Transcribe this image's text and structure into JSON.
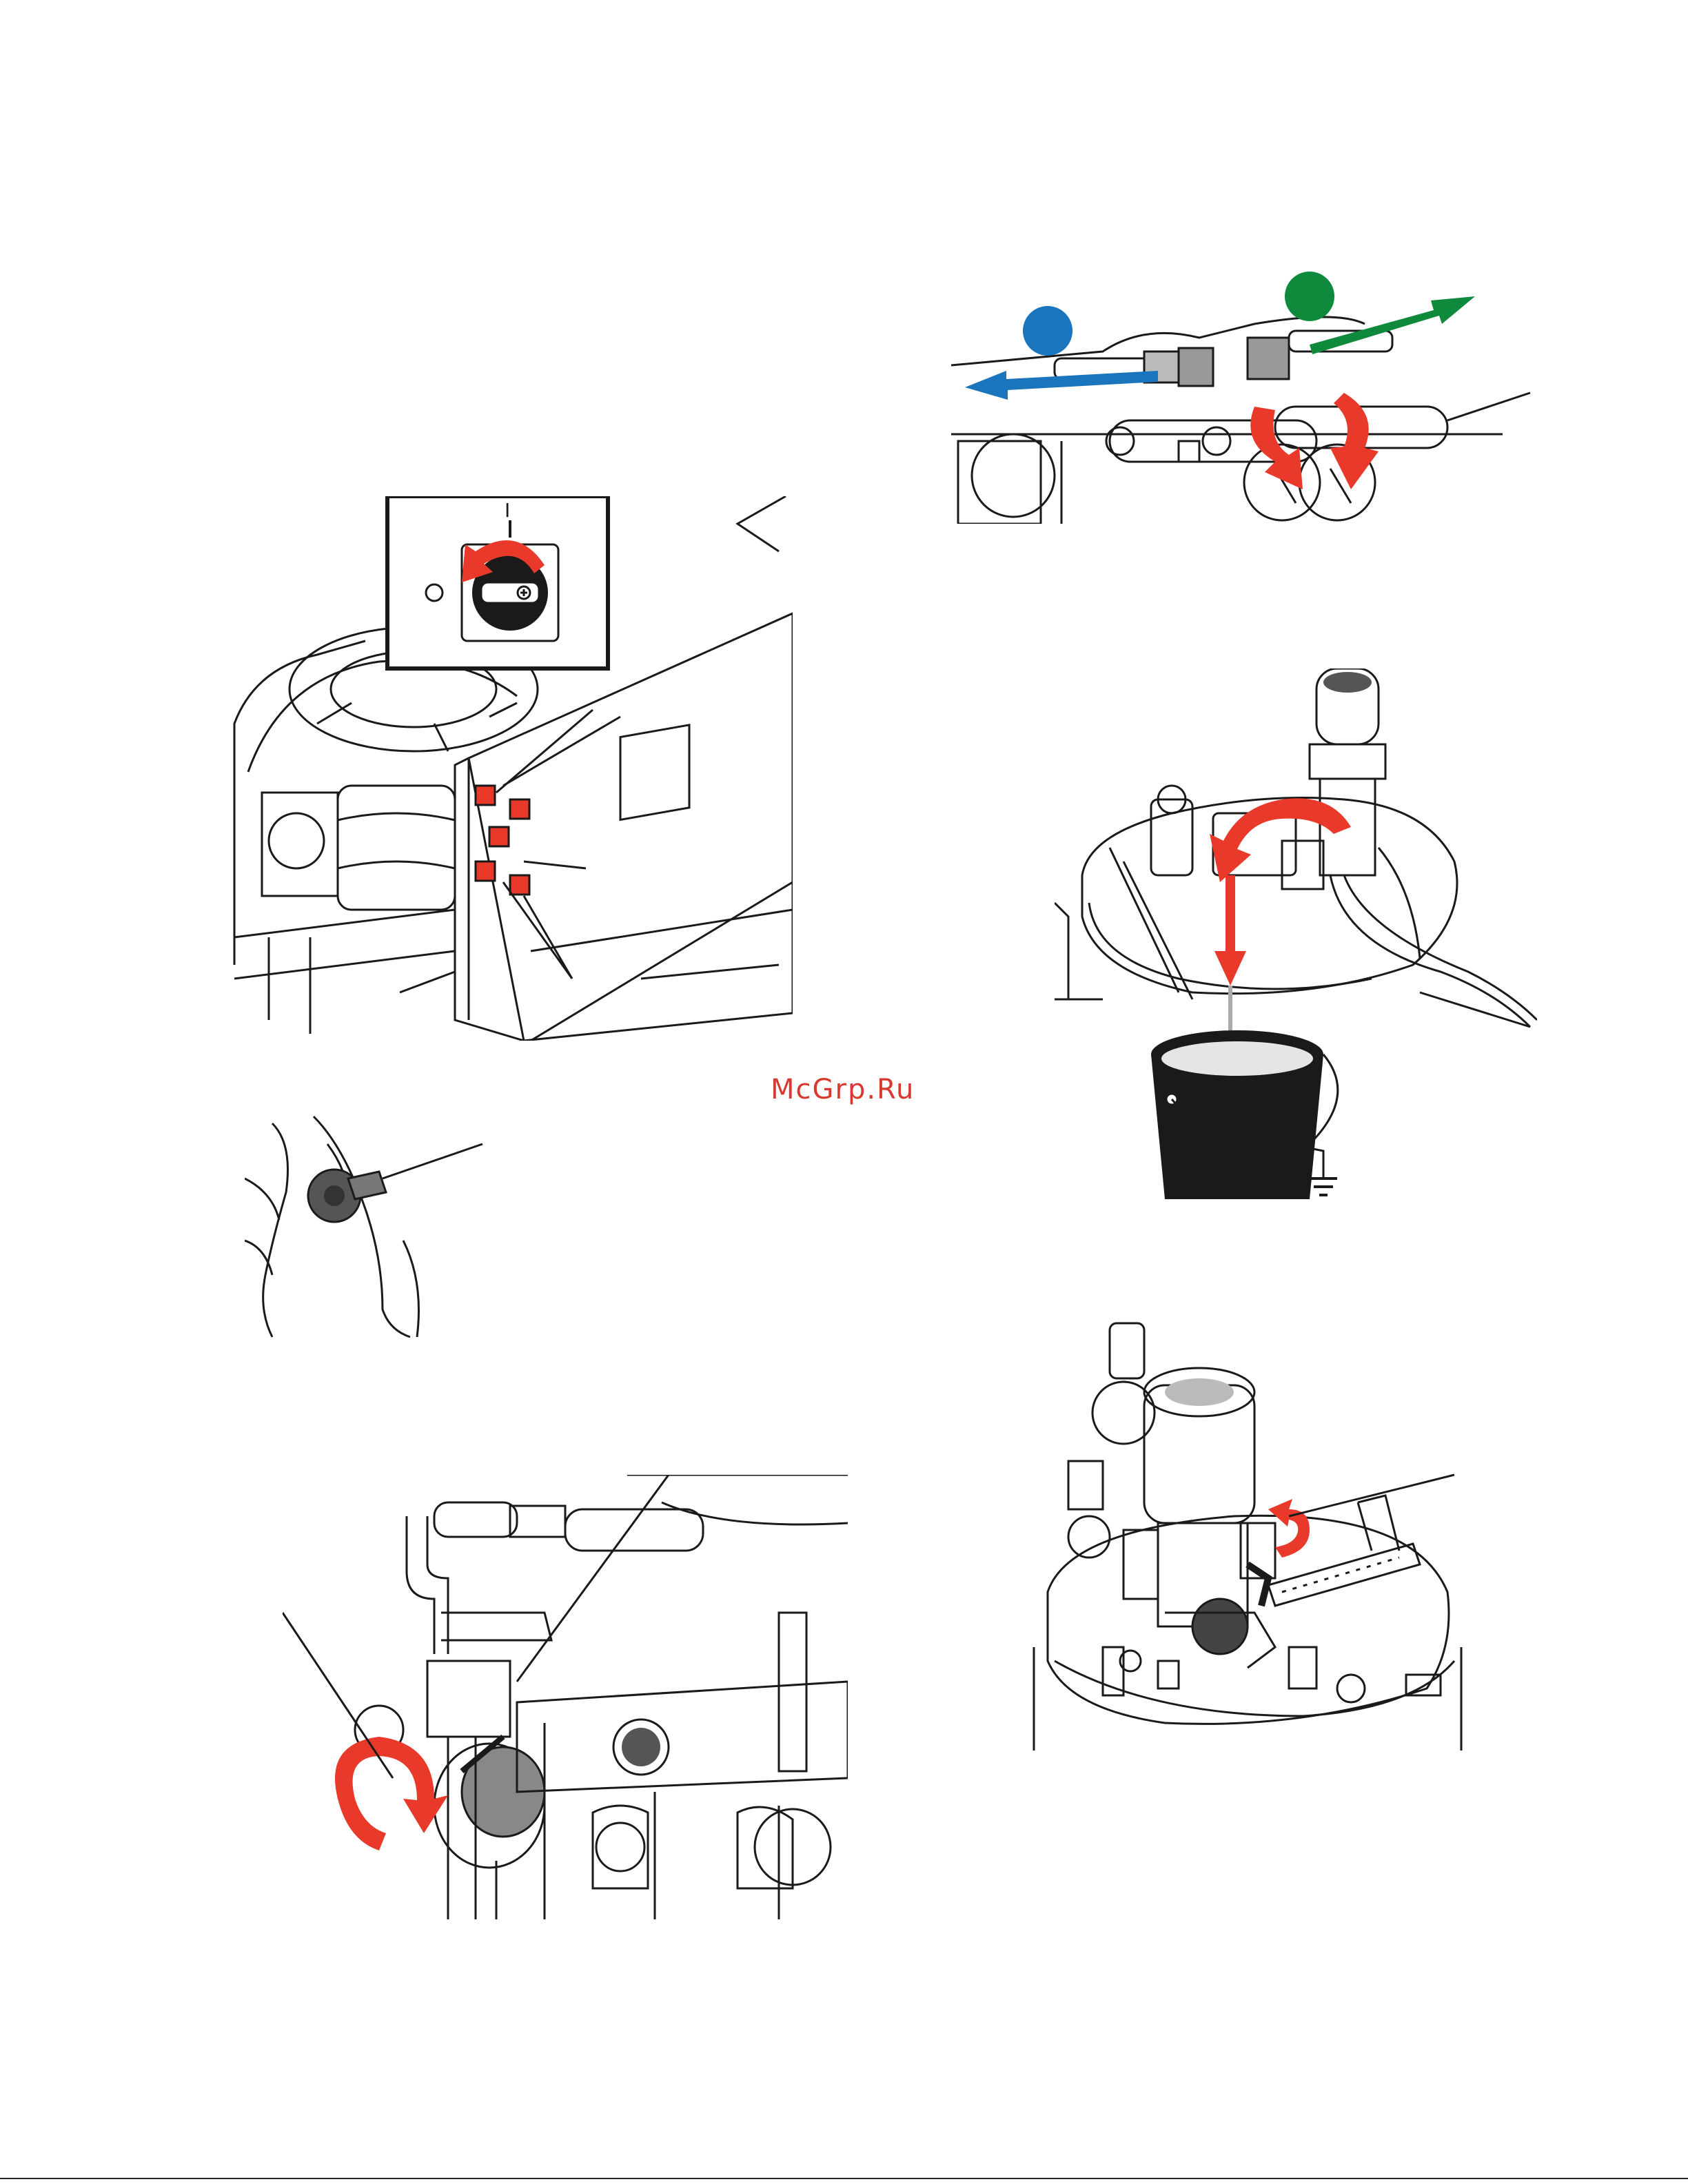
{
  "watermark": "McGrp.Ru",
  "switch_inset": {
    "on_label": "I",
    "off_label": "O"
  },
  "colors": {
    "red": "#e8392b",
    "blue": "#1a75bc",
    "green": "#0f8a3c",
    "ink": "#1a1a1a"
  },
  "icons": [
    "rotate-ccw-arrow",
    "rotate-arrow",
    "flow-arrow-blue",
    "flow-arrow-green",
    "down-arrow",
    "ground-symbol"
  ]
}
